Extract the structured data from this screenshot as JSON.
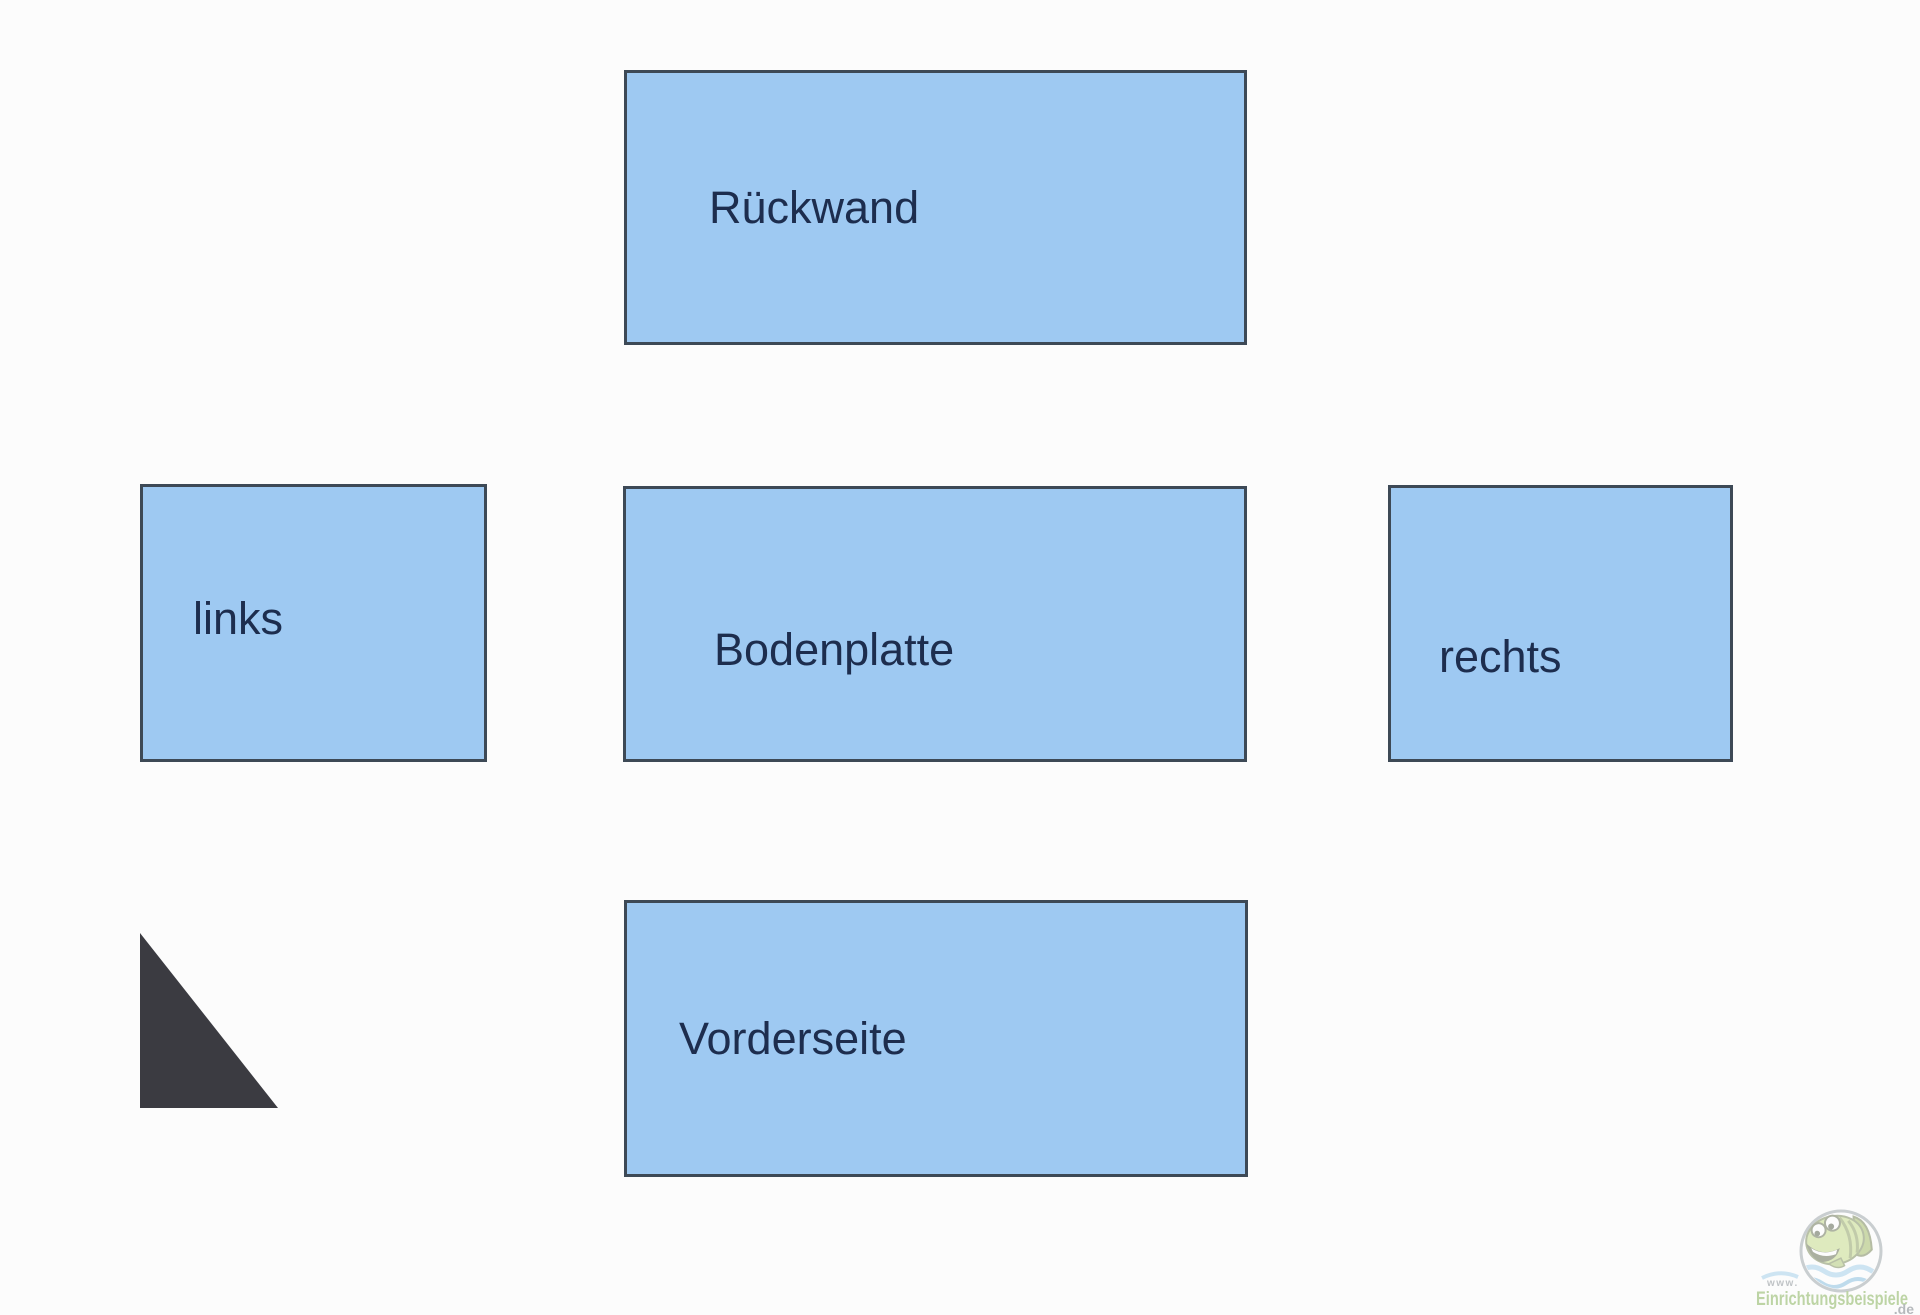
{
  "diagram": {
    "panels": [
      {
        "id": "rueckwand",
        "label": "Rückwand"
      },
      {
        "id": "links",
        "label": "links"
      },
      {
        "id": "bodenplatte",
        "label": "Bodenplatte"
      },
      {
        "id": "rechts",
        "label": "rechts"
      },
      {
        "id": "vorderseite",
        "label": "Vorderseite"
      }
    ],
    "shapes": [
      {
        "type": "right-triangle",
        "name": "corner-triangle"
      }
    ],
    "colors": {
      "panel_fill": "#9ec9f2",
      "panel_border": "#3d4956",
      "label_text": "#1d2d4e",
      "triangle": "#3b3b41",
      "background": "#fcfcfc"
    }
  },
  "watermark": {
    "www": "www.",
    "site": "Einrichtungsbeispiele",
    "tld": ".de",
    "logo_icon": "fish-in-circle-logo",
    "colors": {
      "site_text": "#679f2e",
      "tld_text": "#565e66",
      "fish_body": "#b6d36b",
      "waves": "#84bfe3",
      "ring": "#858f96"
    }
  }
}
